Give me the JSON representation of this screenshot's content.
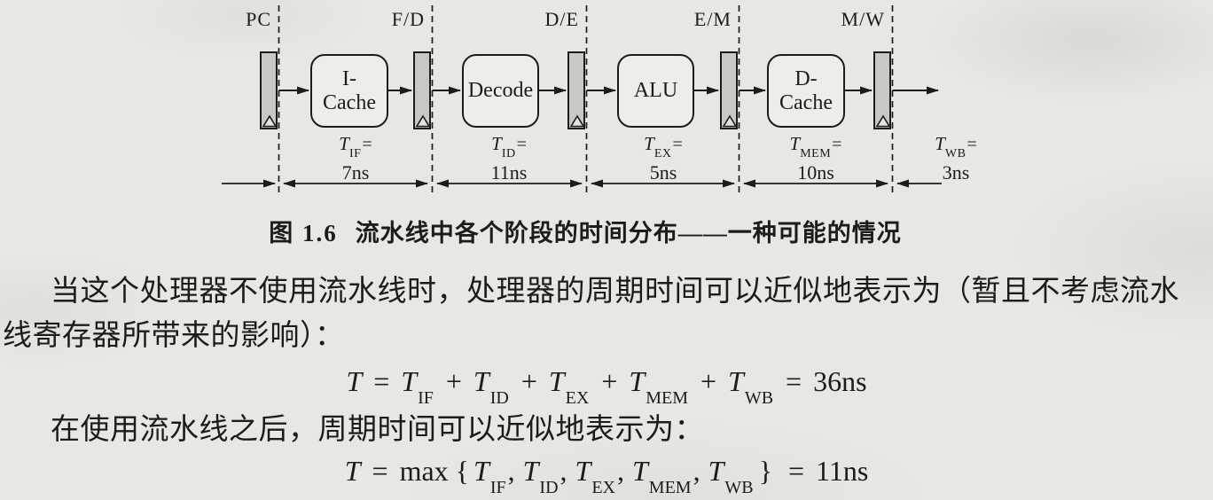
{
  "colors": {
    "paper": "#e9e7e2",
    "ink": "#1c1c1c",
    "register_fill": "#c9c8c4",
    "stage_box_fill": "#eeede8"
  },
  "diagram": {
    "register_labels": [
      "PC",
      "F/D",
      "D/E",
      "E/M",
      "M/W"
    ],
    "stage_boxes": [
      {
        "line1": "I-",
        "line2": "Cache"
      },
      {
        "line1": "Decode",
        "line2": ""
      },
      {
        "line1": "ALU",
        "line2": ""
      },
      {
        "line1": "D-",
        "line2": "Cache"
      }
    ],
    "timings": [
      {
        "base": "T",
        "sub": "IF",
        "eq": "=",
        "value": "7ns"
      },
      {
        "base": "T",
        "sub": "ID",
        "eq": "=",
        "value": "11ns"
      },
      {
        "base": "T",
        "sub": "EX",
        "eq": "=",
        "value": "5ns"
      },
      {
        "base": "T",
        "sub": "MEM",
        "eq": "=",
        "value": "10ns"
      },
      {
        "base": "T",
        "sub": "WB",
        "eq": "=",
        "value": "3ns"
      }
    ]
  },
  "caption": {
    "figure_no": "图 1.6",
    "text": "流水线中各个阶段的时间分布——一种可能的情况"
  },
  "body": {
    "p1_line1": "当这个处理器不使用流水线时，处理器的周期时间可以近似地表示为（暂且不考虑流水",
    "p1_line2": "线寄存器所带来的影响）：",
    "p2": "在使用流水线之后，周期时间可以近似地表示为："
  },
  "formulas": {
    "f1": [
      "T",
      "=",
      "T",
      "IF",
      "+",
      "T",
      "ID",
      "+",
      "T",
      "EX",
      "+",
      "T",
      "MEM",
      "+",
      "T",
      "WB",
      "=",
      "36ns"
    ],
    "f2": [
      "T",
      "=",
      "max",
      "{",
      "T",
      "IF",
      ",",
      "T",
      "ID",
      ",",
      "T",
      "EX",
      ",",
      "T",
      "MEM",
      ",",
      "T",
      "WB",
      "}",
      "=",
      "11ns"
    ]
  }
}
